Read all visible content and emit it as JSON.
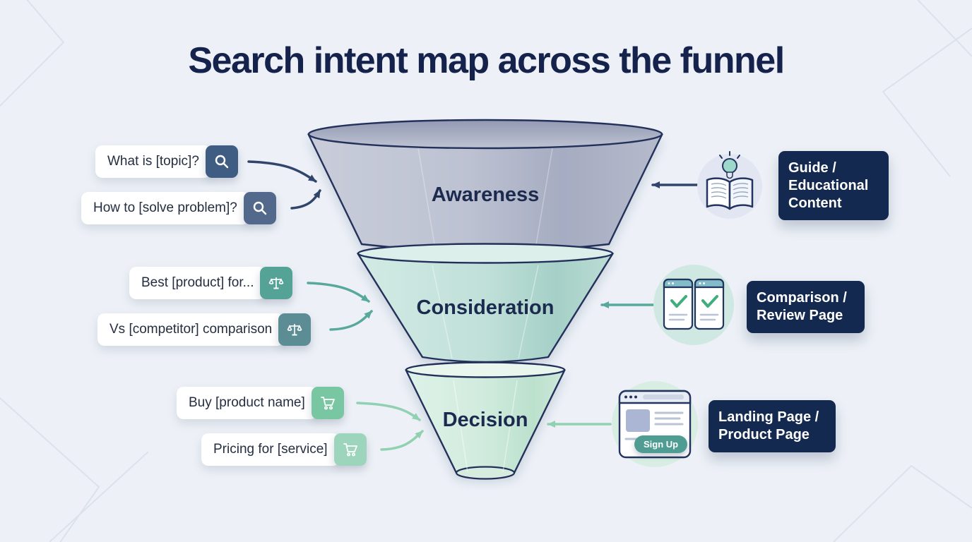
{
  "title": "Search intent map across the funnel",
  "funnel": {
    "stages": [
      {
        "label": "Awareness"
      },
      {
        "label": "Consideration"
      },
      {
        "label": "Decision"
      }
    ]
  },
  "queries": [
    {
      "label": "What is [topic]?",
      "icon": "search-icon"
    },
    {
      "label": "How to [solve problem]?",
      "icon": "search-icon"
    },
    {
      "label": "Best [product] for...",
      "icon": "scales-icon"
    },
    {
      "label": "Vs [competitor] comparison",
      "icon": "scales-icon"
    },
    {
      "label": "Buy [product name]",
      "icon": "cart-icon"
    },
    {
      "label": "Pricing for [service]",
      "icon": "cart-icon"
    }
  ],
  "content_types": [
    {
      "label": "Guide / Educational Content",
      "icon": "book-lightbulb-icon"
    },
    {
      "label": "Comparison / Review Page",
      "icon": "comparison-docs-icon"
    },
    {
      "label": "Landing Page / Product Page",
      "icon": "landing-page-icon",
      "button_label": "Sign Up"
    }
  ],
  "colors": {
    "background": "#edf1f7",
    "title": "#15224b",
    "navy_box": "#13294f",
    "awareness_accent": "#3f5c82",
    "consideration_accent": "#55a396",
    "decision_accent": "#79c7a2"
  }
}
